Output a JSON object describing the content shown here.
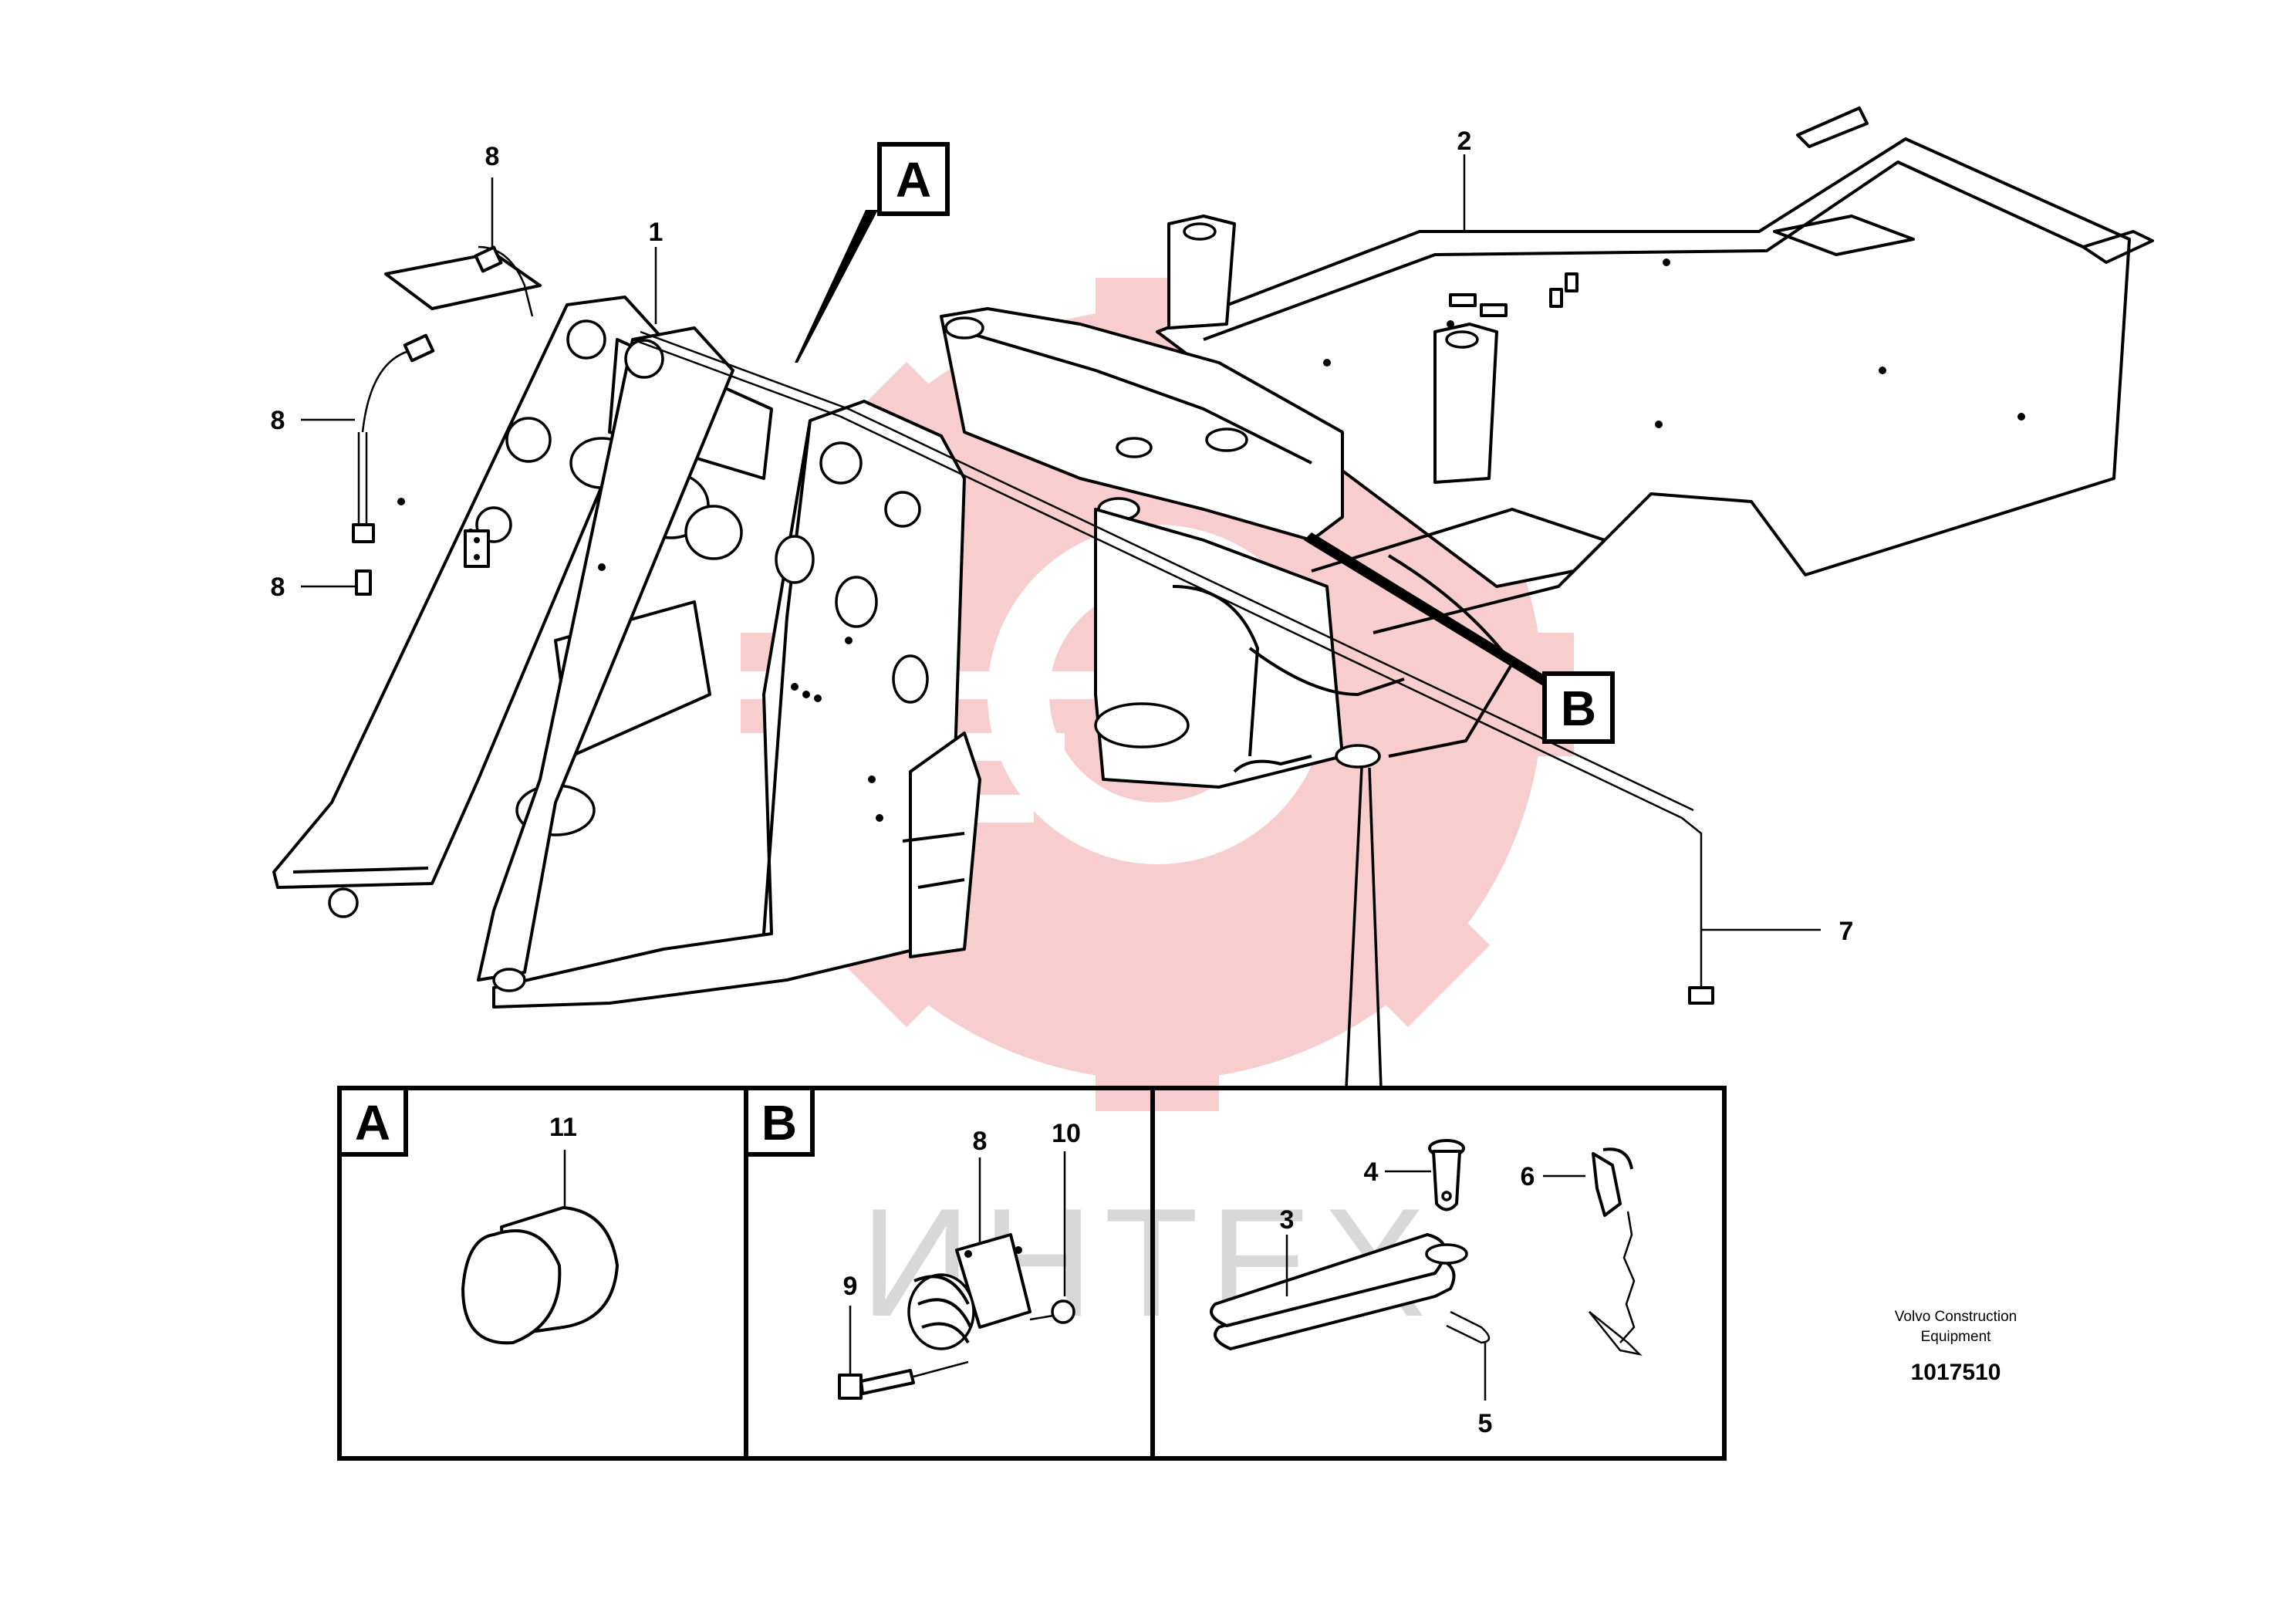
{
  "callouts": {
    "c1": "1",
    "c2": "2",
    "c3": "3",
    "c4": "4",
    "c5": "5",
    "c6": "6",
    "c7": "7",
    "c8a": "8",
    "c8b": "8",
    "c8c": "8",
    "c8d": "8",
    "c9": "9",
    "c10": "10",
    "c11": "11"
  },
  "view_markers": {
    "a": "A",
    "b": "B"
  },
  "detail_panels": {
    "a_label": "A",
    "b_label": "B"
  },
  "watermark": {
    "text": "ИНТЕХ",
    "gear_color": "#f7c8c8",
    "text_color": "#d8d8d8"
  },
  "credit": {
    "line1": "Volvo Construction",
    "line2": "Equipment",
    "drawing_number": "1017510"
  },
  "colors": {
    "ink": "#000000",
    "background": "#ffffff"
  }
}
